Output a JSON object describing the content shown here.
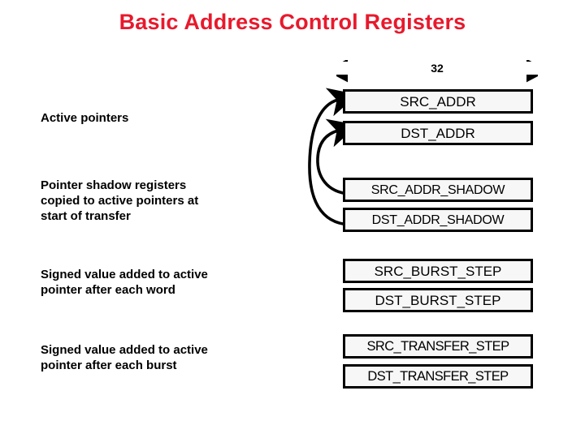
{
  "slide": {
    "title": "Basic Address Control Registers",
    "title_color": "#e8192c",
    "background": "#ffffff"
  },
  "dimension": {
    "label": "32",
    "name": "bit-width-dimension",
    "description": "double headed arrow spanning register width"
  },
  "descriptions": [
    {
      "id": "active-pointers",
      "lines": [
        "Active pointers"
      ]
    },
    {
      "id": "pointer-shadow-registers",
      "lines": [
        "Pointer shadow registers",
        "copied to active pointers at",
        "start of transfer"
      ]
    },
    {
      "id": "word-step",
      "lines": [
        "Signed value added to active",
        "pointer after each word"
      ]
    },
    {
      "id": "burst-step",
      "lines": [
        "Signed value added to active",
        "pointer after each burst"
      ]
    }
  ],
  "registers": [
    {
      "id": "src-addr",
      "label": "SRC_ADDR"
    },
    {
      "id": "dst-addr",
      "label": "DST_ADDR"
    },
    {
      "id": "src-addr-shadow",
      "label": "SRC_ADDR_SHADOW"
    },
    {
      "id": "dst-addr-shadow",
      "label": "DST_ADDR_SHADOW"
    },
    {
      "id": "src-burst-step",
      "label": "SRC_BURST_STEP"
    },
    {
      "id": "dst-burst-step",
      "label": "DST_BURST_STEP"
    },
    {
      "id": "src-transfer-step",
      "label": "SRC_TRANSFER_STEP"
    },
    {
      "id": "dst-transfer-step",
      "label": "DST_TRANSFER_STEP"
    }
  ],
  "arrows": [
    {
      "id": "src-shadow-to-src-addr",
      "from": "SRC_ADDR_SHADOW",
      "to": "SRC_ADDR"
    },
    {
      "id": "dst-shadow-to-dst-addr",
      "from": "DST_ADDR_SHADOW",
      "to": "DST_ADDR"
    }
  ],
  "colors": {
    "title": "#e8192c",
    "box_fill": "#f7f7f7",
    "box_border": "#000000",
    "text": "#000000"
  }
}
